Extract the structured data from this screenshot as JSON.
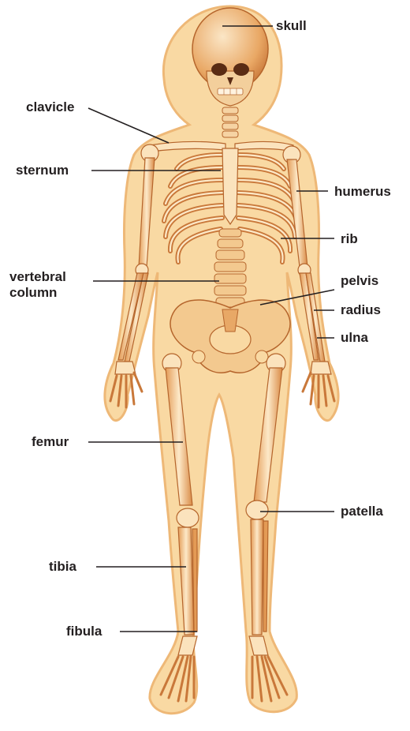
{
  "labels": {
    "skull": "skull",
    "clavicle": "clavicle",
    "sternum": "sternum",
    "humerus": "humerus",
    "rib": "rib",
    "vertebral_line1": "vertebral",
    "vertebral_line2": "column",
    "pelvis": "pelvis",
    "radius": "radius",
    "ulna": "ulna",
    "femur": "femur",
    "patella": "patella",
    "tibia": "tibia",
    "fibula": "fibula"
  },
  "colors": {
    "skin": "#f9d9a3",
    "skin_edge": "#eeb877",
    "bone": "#fbe3bd",
    "bone_shadow": "#d98a45",
    "bone_dark": "#b5652c",
    "leader": "#231f20",
    "text": "#231f20"
  }
}
